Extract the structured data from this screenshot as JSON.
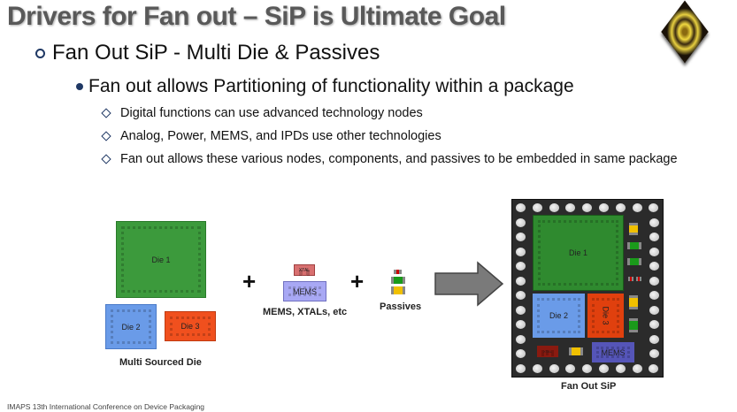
{
  "title": "Drivers for Fan out – SiP is Ultimate Goal",
  "bullet1": "Fan Out SiP - Multi Die & Passives",
  "bullet2": "Fan out allows Partitioning of functionality within a package",
  "sub_bullets": [
    "Digital functions can use advanced technology nodes",
    "Analog, Power, MEMS, and IPDs use other technologies",
    "Fan out allows these various nodes, components, and passives to be embedded in same package"
  ],
  "diagram": {
    "die1": "Die 1",
    "die2": "Die 2",
    "die3": "Die 3",
    "multi_caption": "Multi Sourced Die",
    "plus": "+",
    "xtal": "XTAL",
    "mems": "MEMS",
    "mems_caption": "MEMS, XTALs, etc",
    "passives_caption": "Passives",
    "package_caption": "Fan Out SiP",
    "colors": {
      "die1": "#3c9a3c",
      "die2": "#6a9be8",
      "die3": "#f0501e",
      "mems": "#a8a8f4",
      "mems_pkg": "#5555b8",
      "xtal": "#d87070"
    }
  },
  "footer": "IMAPS 13th International Conference on Device Packaging"
}
